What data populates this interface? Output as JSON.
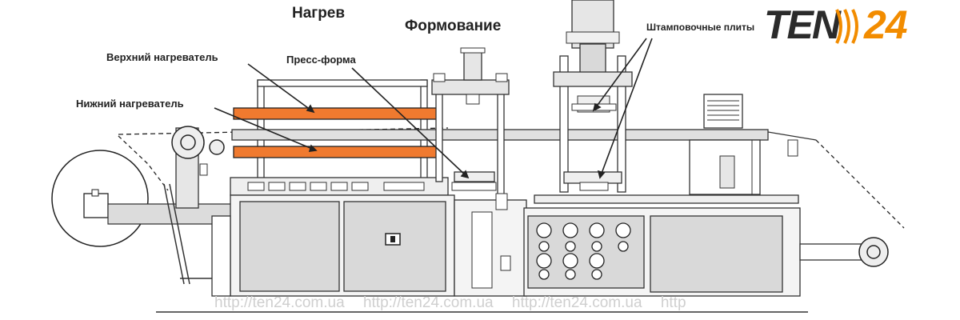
{
  "labels": {
    "heating": "Нагрев",
    "forming": "Формование",
    "upper_heater": "Верхний нагреватель",
    "lower_heater": "Нижний нагреватель",
    "press_mold": "Пресс-форма",
    "stamping_plates": "Штамповочные плиты"
  },
  "logo": {
    "left": "TEN",
    "right": "24"
  },
  "watermark": "http://ten24.com.ua http://ten24.com.ua http://ten24.com.ua http",
  "colors": {
    "heater": "#f07a2f",
    "brand_orange": "#f28c00",
    "panel": "#d9d9d9",
    "line": "#333333"
  }
}
